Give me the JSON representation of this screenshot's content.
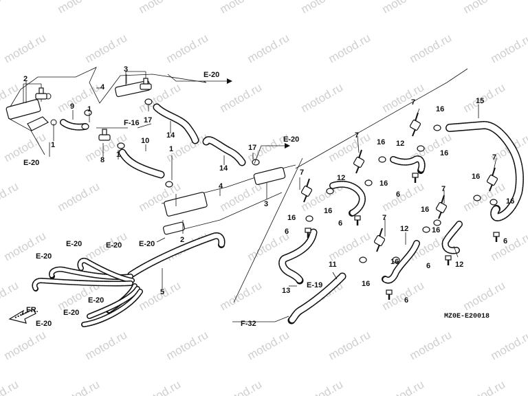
{
  "watermark": "motod.ru",
  "diagram_code": "MZ0E-E20018",
  "direction_label": "FR.",
  "part_numbers": [
    "1",
    "2",
    "3",
    "4",
    "5",
    "6",
    "7",
    "8",
    "9",
    "10",
    "11",
    "12",
    "13",
    "14",
    "15",
    "16",
    "17"
  ],
  "references": [
    "E-20",
    "E-19",
    "F-16",
    "F-32"
  ]
}
